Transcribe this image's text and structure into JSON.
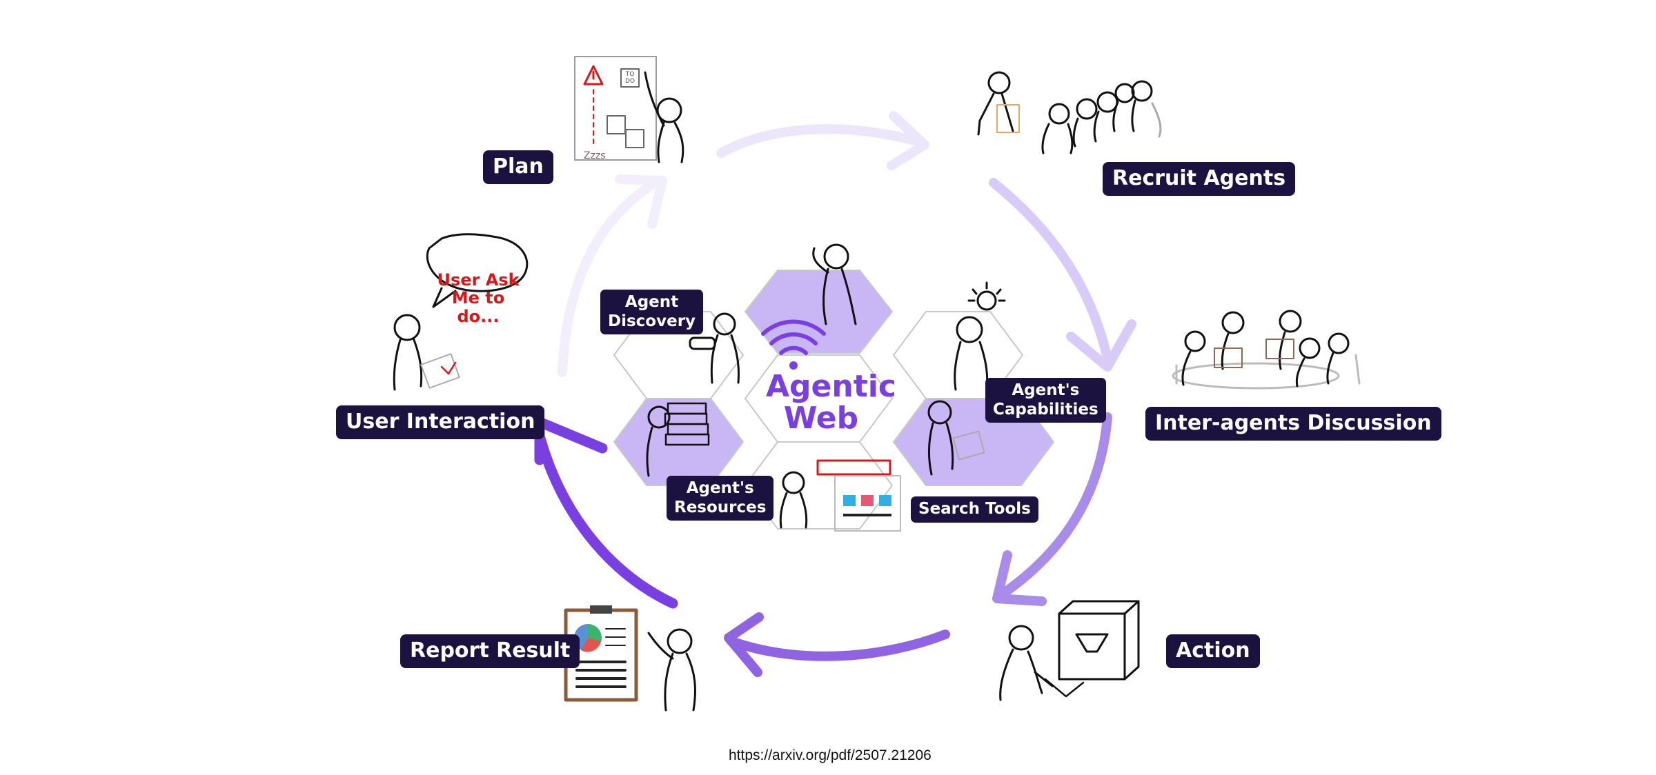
{
  "stages": {
    "plan": "Plan",
    "recruit": "Recruit Agents",
    "discussion": "Inter-agents Discussion",
    "action": "Action",
    "report": "Report Result",
    "user": "User Interaction"
  },
  "center": {
    "title_line1": "Agentic",
    "title_line2": "Web",
    "discovery_line1": "Agent",
    "discovery_line2": "Discovery",
    "capabilities_line1": "Agent's",
    "capabilities_line2": "Capabilities",
    "resources_line1": "Agent's",
    "resources_line2": "Resources",
    "search": "Search Tools"
  },
  "speech": {
    "line1": "User Ask",
    "line2": "Me to do..."
  },
  "todo_note": "TO DO",
  "sleep_marks": "Zzzs",
  "source_url": "https://arxiv.org/pdf/2507.21206",
  "colors": {
    "label_bg": "#1b1240",
    "accent_purple": "#7a3fe0",
    "hex_fill": "#c9b6f4",
    "arrow_light": "#ece6fb",
    "arrow_mid": "#c7b2f2",
    "arrow_dark": "#7a3fe0",
    "speech_red": "#d81818"
  }
}
